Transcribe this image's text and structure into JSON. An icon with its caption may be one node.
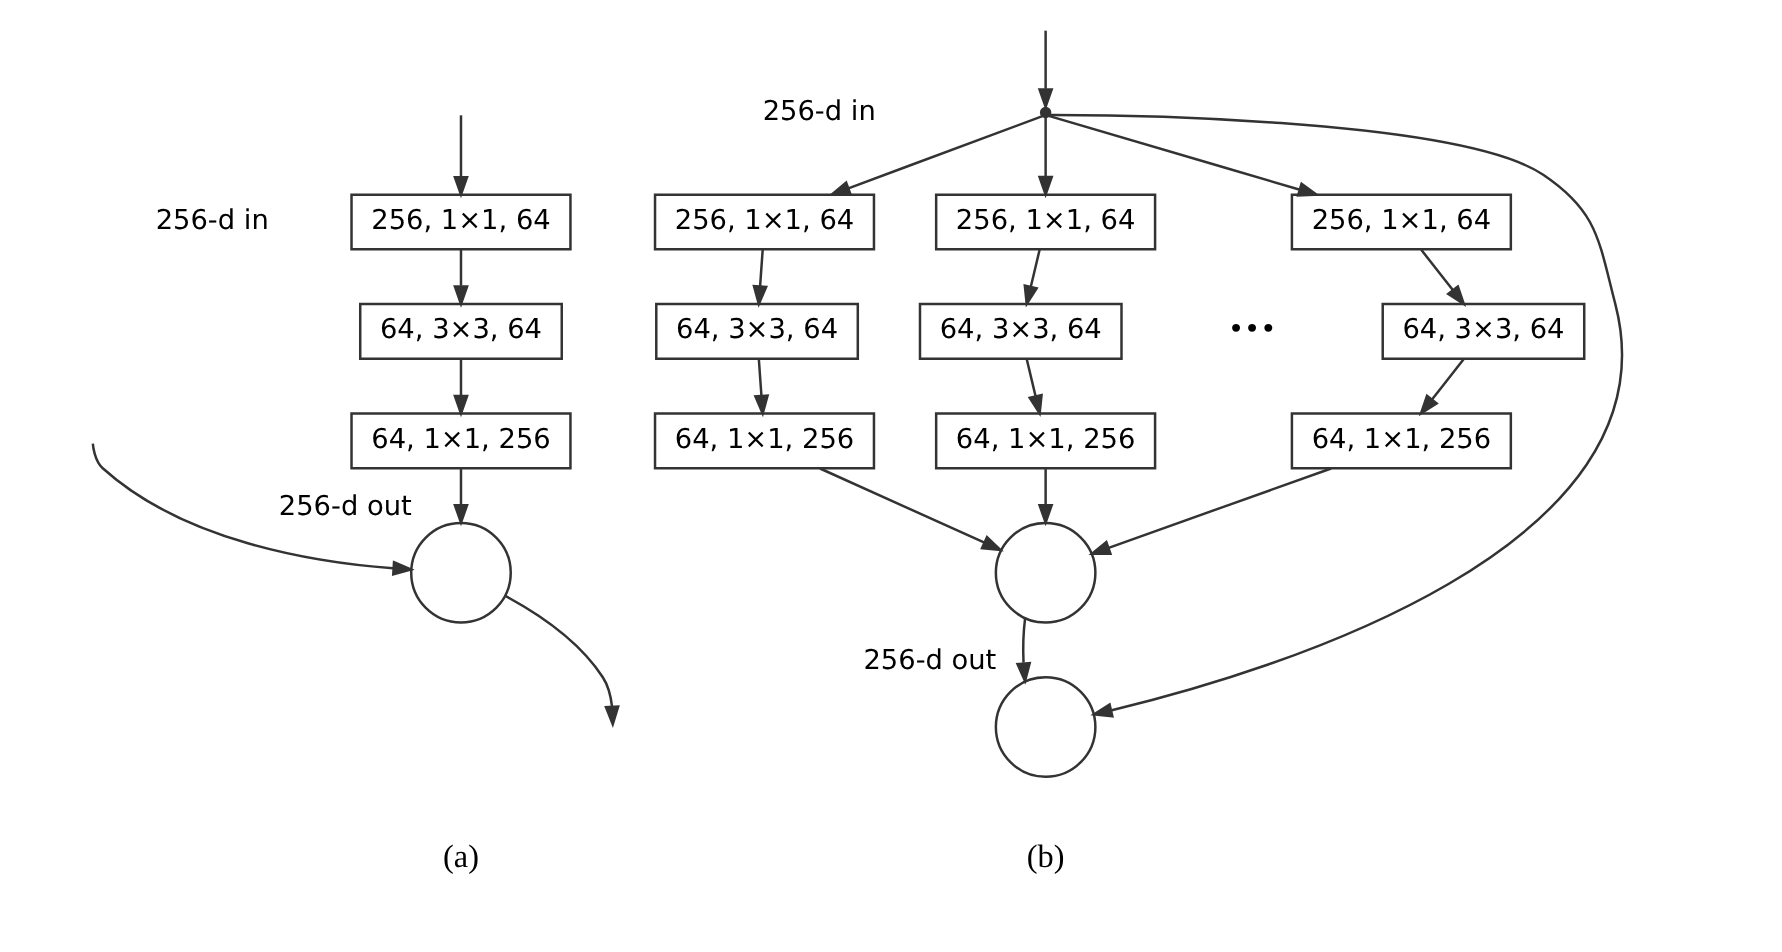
{
  "diagram": {
    "nodes": [
      {
        "text": [
          "256, 1×1, 64"
        ]
      },
      {
        "text": [
          "64, 3×3, 64"
        ]
      },
      {
        "text": [
          "64, 1×1, 256"
        ]
      },
      {
        "text": [],
        "shape": "circle",
        "beside": [
          "256-d out"
        ]
      },
      {
        "text": [],
        "shape": "point"
      },
      {
        "text": [
          "256, 1×1, 64"
        ]
      },
      {
        "text": [
          "256, 1×1, 64"
        ]
      },
      {
        "text": [
          "256, 1×1, 64"
        ]
      },
      {
        "text": [
          "64, 3×3, 64"
        ]
      },
      {
        "text": [
          "64, 3×3, 64"
        ]
      },
      {
        "text": [
          "64, 3×3, 64"
        ]
      },
      {
        "text": [
          "64, 1×1, 256"
        ]
      },
      {
        "text": [
          "64, 1×1, 256"
        ]
      },
      {
        "text": [
          "64, 1×1, 256"
        ]
      },
      {
        "text": [],
        "shape": "circle"
      },
      {
        "text": [],
        "shape": "circle",
        "beside": [
          "256-d out"
        ]
      }
    ],
    "edges": [
      {
        "from": null,
        "to": 0,
        "arrow": "to"
      },
      {
        "from": null,
        "to": 3,
        "arrow": "to"
      },
      {
        "from": 0,
        "to": 1,
        "arrow": "to"
      },
      {
        "from": 1,
        "to": 2,
        "arrow": "to"
      },
      {
        "from": 2,
        "to": 3,
        "arrow": "to"
      },
      {
        "from": 3,
        "to": null,
        "arrow": "to"
      },
      {
        "from": null,
        "to": 4,
        "arrow": "to"
      },
      {
        "from": 4,
        "to": 5,
        "arrow": "to"
      },
      {
        "from": 4,
        "to": 6,
        "arrow": "to"
      },
      {
        "from": 4,
        "to": 7,
        "arrow": "to"
      },
      {
        "from": 4,
        "to": 15,
        "arrow": "to"
      },
      {
        "from": 5,
        "to": 8,
        "arrow": "to"
      },
      {
        "from": 6,
        "to": 9,
        "arrow": "to"
      },
      {
        "from": 7,
        "to": 10,
        "arrow": "to"
      },
      {
        "from": 8,
        "to": 11,
        "arrow": "to"
      },
      {
        "from": 9,
        "to": 12,
        "arrow": "to"
      },
      {
        "from": 10,
        "to": 13,
        "arrow": "to"
      },
      {
        "from": 11,
        "to": 14,
        "arrow": "to"
      },
      {
        "from": 12,
        "to": 14,
        "arrow": "to"
      },
      {
        "from": 13,
        "to": 14,
        "arrow": "to"
      },
      {
        "from": 14,
        "to": 15,
        "arrow": "to"
      }
    ],
    "labels": [
      "256-d in",
      "256-d in",
      "•••",
      "(a)",
      "(b)"
    ]
  }
}
